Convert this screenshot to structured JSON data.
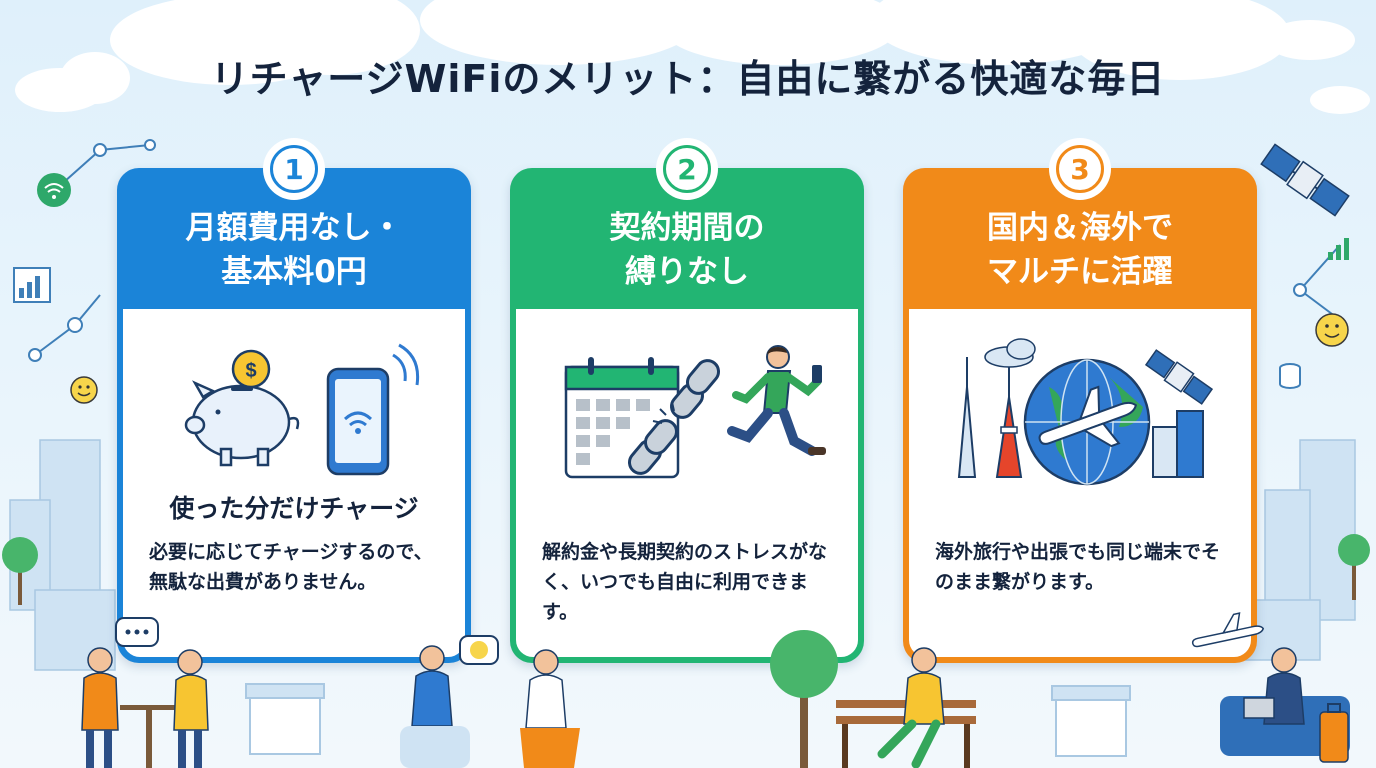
{
  "title": "リチャージWiFiのメリット：自由に繋がる快適な毎日",
  "cards": [
    {
      "number": "1",
      "heading_line1": "月額費用なし・",
      "heading_line2": "基本料0円",
      "subtitle": "使った分だけチャージ",
      "description": "必要に応じてチャージするので、無駄な出費がありません。",
      "color": "#1b84d8",
      "icons": [
        "piggy-bank-icon",
        "dollar-coin-icon",
        "smartphone-wifi-icon"
      ]
    },
    {
      "number": "2",
      "heading_line1": "契約期間の",
      "heading_line2": "縛りなし",
      "description": "解約金や長期契約のストレスがなく、いつでも自由に利用できます。",
      "color": "#22b573",
      "icons": [
        "calendar-icon",
        "broken-chain-icon",
        "running-person-icon"
      ]
    },
    {
      "number": "3",
      "heading_line1": "国内＆海外で",
      "heading_line2": "マルチに活躍",
      "description": "海外旅行や出張でも同じ端末でそのまま繋がります。",
      "color": "#f18a19",
      "icons": [
        "globe-icon",
        "airplane-icon",
        "tokyo-tower-icon",
        "satellite-icon"
      ]
    }
  ],
  "colors": {
    "background": "#e6f3fb",
    "title_text": "#14233c"
  }
}
